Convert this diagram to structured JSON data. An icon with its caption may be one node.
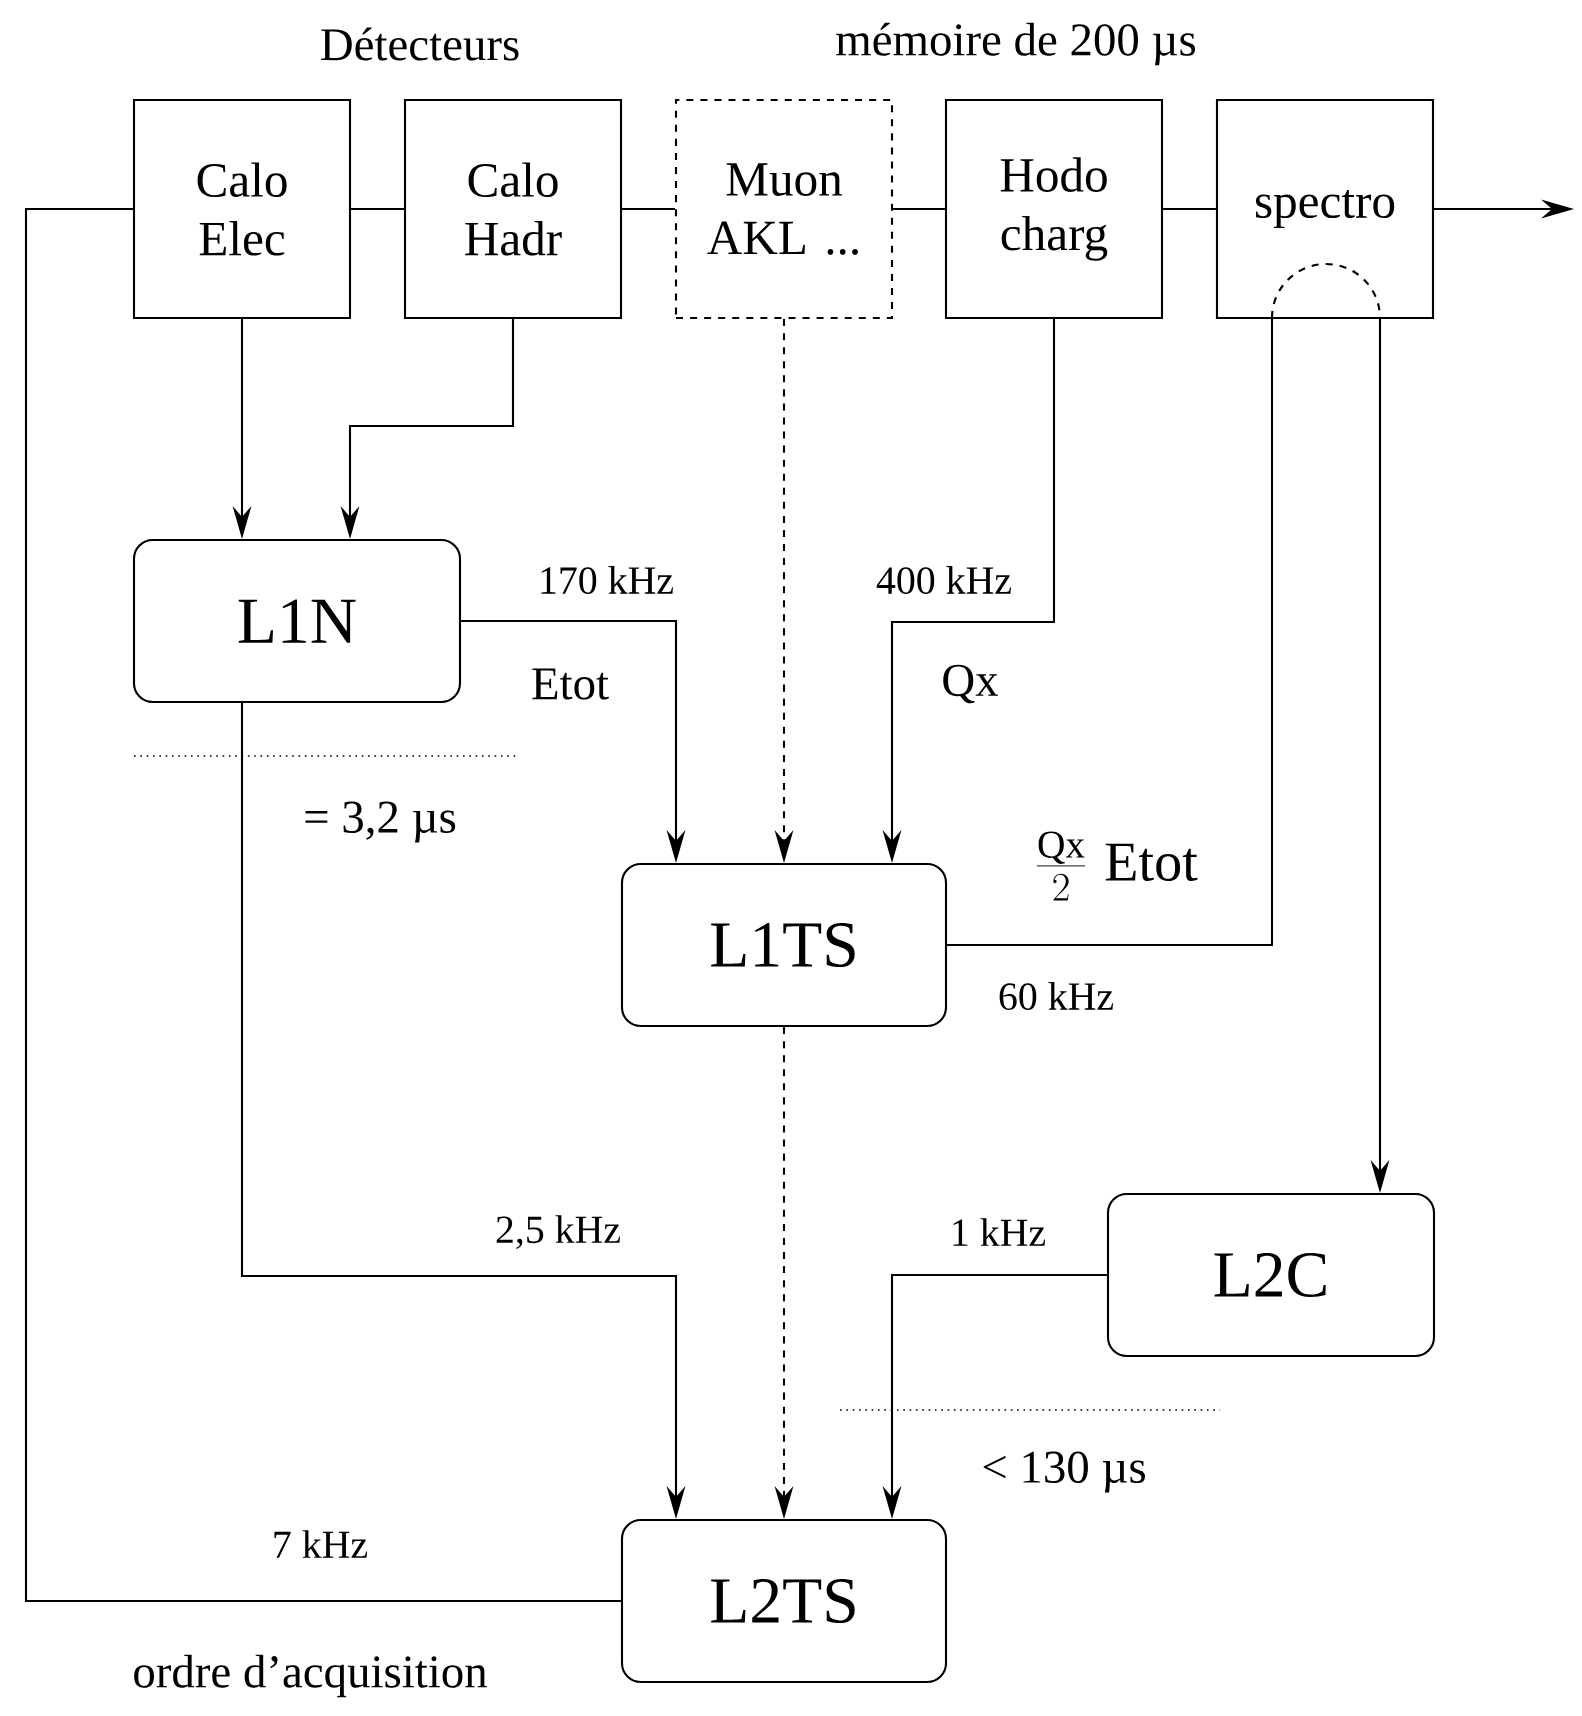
{
  "diagram": {
    "nodes": [
      {
        "text": [
          "Calo Elec"
        ]
      },
      {
        "text": [
          "Calo Hadr"
        ]
      },
      {
        "text": [
          "Muon AKL ..."
        ]
      },
      {
        "text": [
          "Hodo charg"
        ]
      },
      {
        "text": [
          "spectro"
        ]
      },
      {
        "text": [
          "L1N"
        ]
      },
      {
        "text": [
          "L1TS"
        ]
      },
      {
        "text": [
          "L2C"
        ]
      },
      {
        "text": [
          "L2TS"
        ]
      }
    ],
    "edges": [
      {
        "from": 8,
        "to": 0,
        "arrow": "none",
        "label": "7 kHz"
      },
      {
        "from": 0,
        "to": 1,
        "arrow": "none"
      },
      {
        "from": 1,
        "to": 2,
        "arrow": "none"
      },
      {
        "from": 2,
        "to": 3,
        "arrow": "none"
      },
      {
        "from": 3,
        "to": 4,
        "arrow": "none"
      },
      {
        "from": 4,
        "to": null,
        "arrow": "to"
      },
      {
        "from": 0,
        "to": 5,
        "arrow": "to"
      },
      {
        "from": 1,
        "to": 5,
        "arrow": "to"
      },
      {
        "from": 5,
        "to": 6,
        "arrow": "to",
        "label": "170 kHz"
      },
      {
        "from": 2,
        "to": 6,
        "arrow": "to",
        "style": "dashed"
      },
      {
        "from": 3,
        "to": 6,
        "arrow": "to",
        "label": "400 kHz"
      },
      {
        "from": 6,
        "to": 4,
        "arrow": "none",
        "label": "60 kHz"
      },
      {
        "from": 4,
        "to": 7,
        "arrow": "to"
      },
      {
        "from": 5,
        "to": 8,
        "arrow": "to",
        "label": "2,5 kHz"
      },
      {
        "from": 6,
        "to": 8,
        "arrow": "to",
        "style": "dashed"
      },
      {
        "from": 7,
        "to": 8,
        "arrow": "to",
        "label": "1 kHz"
      }
    ],
    "labels": [
      "Détecteurs",
      "mémoire de 200 µs",
      "Etot",
      "Qx",
      "= 3,2 µs",
      "\\frac{\\mathrm{Qx}}{2}\\;\\mathrm{Etot}",
      "< 130 µs",
      "ordre d’acquisition"
    ]
  }
}
